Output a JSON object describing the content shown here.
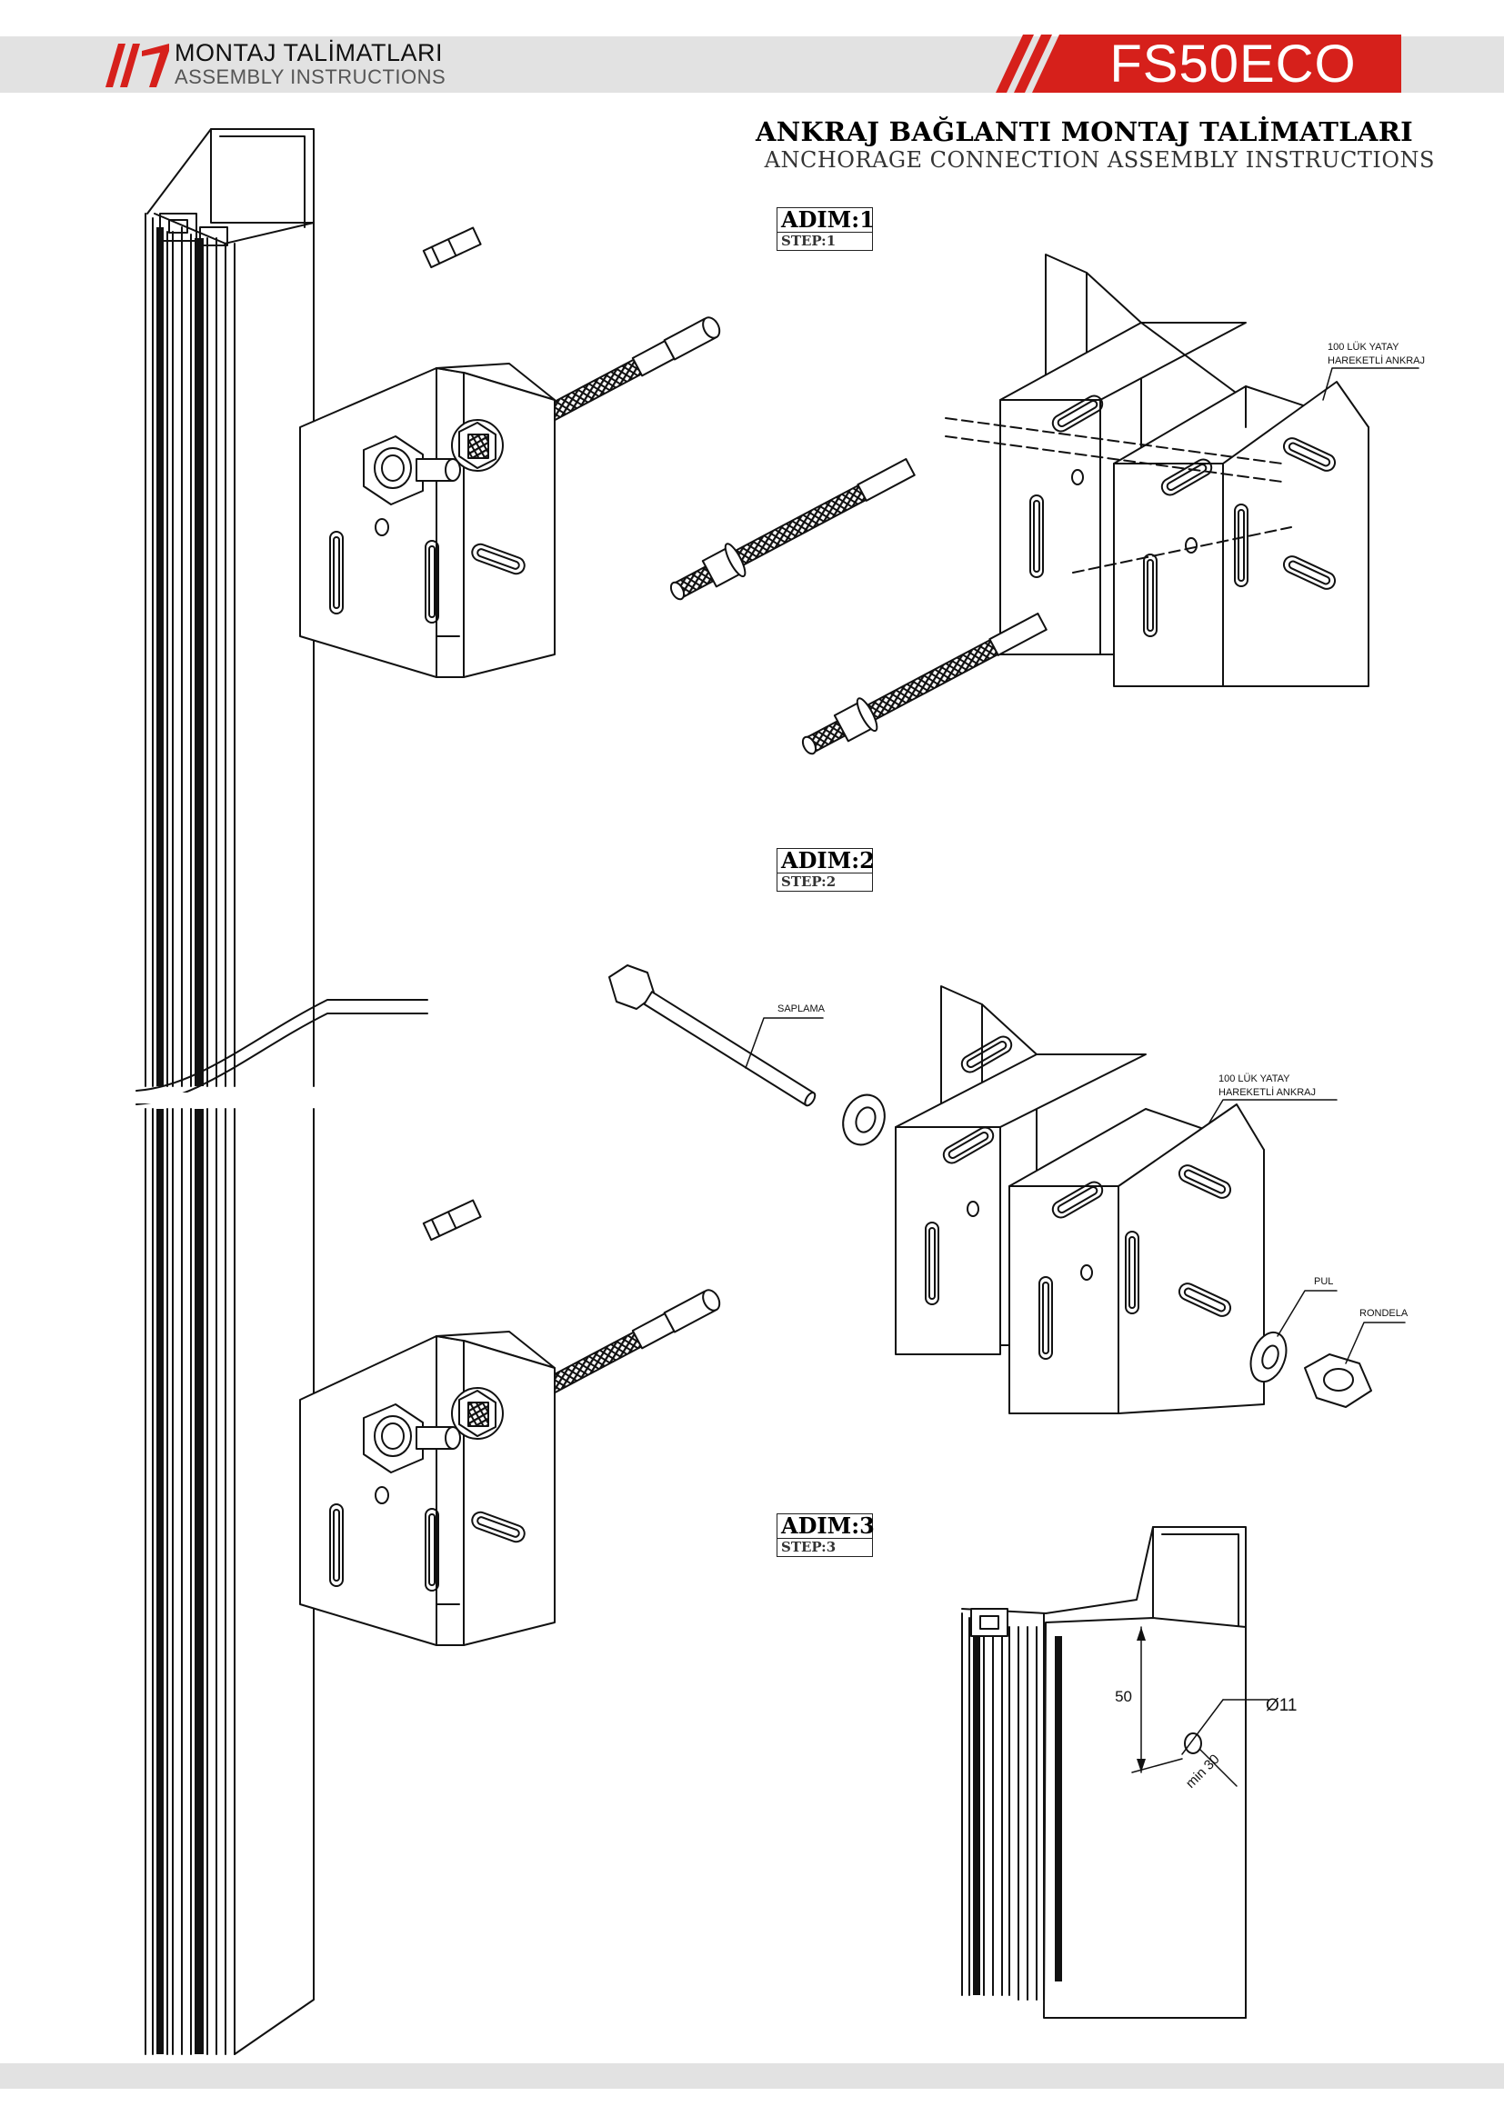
{
  "header": {
    "title": "MONTAJ TALİMATLARI",
    "subtitle": "ASSEMBLY INSTRUCTIONS",
    "model": "FS50ECO"
  },
  "document": {
    "title": "ANKRAJ BAĞLANTI MONTAJ TALİMATLARI",
    "subtitle": "ANCHORAGE CONNECTION ASSEMBLY INSTRUCTIONS"
  },
  "steps": [
    {
      "tr": "ADIM:1",
      "en": "STEP:1"
    },
    {
      "tr": "ADIM:2",
      "en": "STEP:2"
    },
    {
      "tr": "ADIM:3",
      "en": "STEP:3"
    }
  ],
  "labels": {
    "anchor_line1": "100 LÜK YATAY",
    "anchor_line2": "HAREKETLİ ANKRAJ",
    "stud": "SAPLAMA",
    "washer": "PUL",
    "nut": "RONDELA"
  },
  "dimensions": {
    "height": "50",
    "diameter": "Ø11",
    "min": "min 30"
  },
  "colors": {
    "brand_red": "#d6201b",
    "header_gray": "#e2e2e2"
  }
}
